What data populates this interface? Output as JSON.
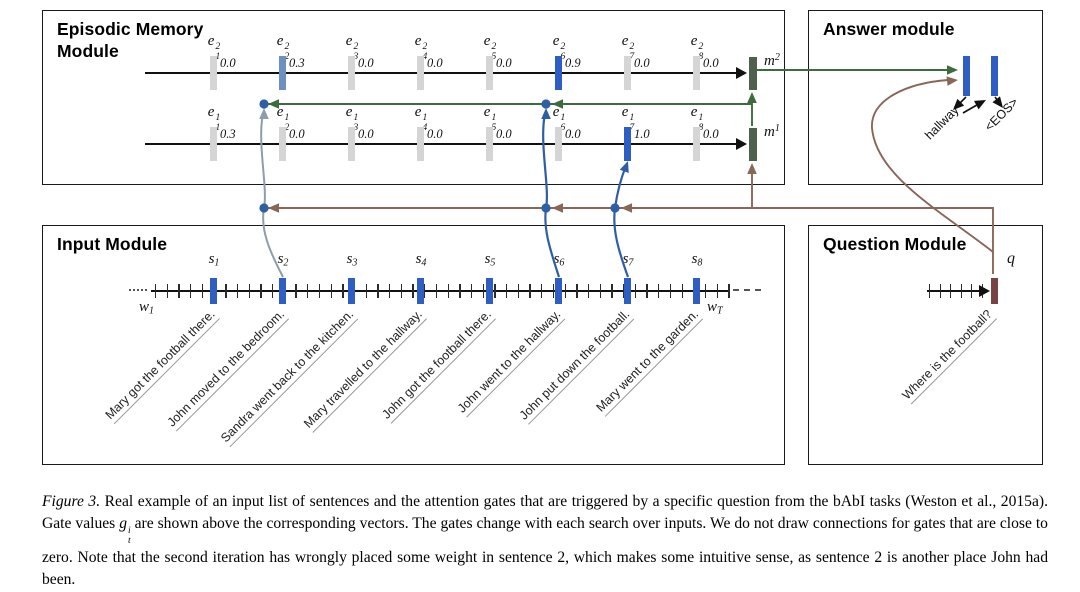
{
  "colors": {
    "gate_levels": {
      "low": "#d5d5d5",
      "med": "#6d8fc2",
      "high": "#2e5ec4"
    },
    "input_bar": "#2e5ec4",
    "answer_bar": "#2e5ec4",
    "memory_bar": "#4d614c",
    "question_bar": "#7a4343",
    "arrow_green": "#3c6b3e",
    "arrow_brown": "#8a6659",
    "arrow_blue": "#2e5fa3",
    "arrow_grayblue": "#8e9dad",
    "gate_dot": "#2e5fa3"
  },
  "modules": {
    "episodic": {
      "title": "Episodic Memory Module",
      "vector_symbol": "e",
      "memory_symbol": "m",
      "passes": [
        {
          "memory_sup": "2",
          "episodes": [
            {
              "sub": "1",
              "sup": "2",
              "gate": "0.0",
              "level": "low"
            },
            {
              "sub": "2",
              "sup": "2",
              "gate": "0.3",
              "level": "med"
            },
            {
              "sub": "3",
              "sup": "2",
              "gate": "0.0",
              "level": "low"
            },
            {
              "sub": "4",
              "sup": "2",
              "gate": "0.0",
              "level": "low"
            },
            {
              "sub": "5",
              "sup": "2",
              "gate": "0.0",
              "level": "low"
            },
            {
              "sub": "6",
              "sup": "2",
              "gate": "0.9",
              "level": "high"
            },
            {
              "sub": "7",
              "sup": "2",
              "gate": "0.0",
              "level": "low"
            },
            {
              "sub": "8",
              "sup": "2",
              "gate": "0.0",
              "level": "low"
            }
          ]
        },
        {
          "memory_sup": "1",
          "episodes": [
            {
              "sub": "1",
              "sup": "1",
              "gate": "0.3",
              "level": "low"
            },
            {
              "sub": "2",
              "sup": "1",
              "gate": "0.0",
              "level": "low"
            },
            {
              "sub": "3",
              "sup": "1",
              "gate": "0.0",
              "level": "low"
            },
            {
              "sub": "4",
              "sup": "1",
              "gate": "0.0",
              "level": "low"
            },
            {
              "sub": "5",
              "sup": "1",
              "gate": "0.0",
              "level": "low"
            },
            {
              "sub": "6",
              "sup": "1",
              "gate": "0.0",
              "level": "low"
            },
            {
              "sub": "7",
              "sup": "1",
              "gate": "1.0",
              "level": "high"
            },
            {
              "sub": "8",
              "sup": "1",
              "gate": "0.0",
              "level": "low"
            }
          ]
        }
      ]
    },
    "answer": {
      "title": "Answer module",
      "outputs": [
        "hallway",
        "<EOS>"
      ]
    },
    "input": {
      "title": "Input Module",
      "sentence_symbol": "s",
      "word_symbol": "w",
      "first_word_sub": "1",
      "last_word_sub": "T",
      "sentences": [
        {
          "index": "1",
          "text": "Mary got the football there."
        },
        {
          "index": "2",
          "text": "John moved to the bedroom."
        },
        {
          "index": "3",
          "text": "Sandra went back to the kitchen."
        },
        {
          "index": "4",
          "text": "Mary travelled to the hallway."
        },
        {
          "index": "5",
          "text": "John got the football there."
        },
        {
          "index": "6",
          "text": "John went to the hallway."
        },
        {
          "index": "7",
          "text": "John put down the football."
        },
        {
          "index": "8",
          "text": "Mary went to the garden."
        }
      ]
    },
    "question": {
      "title": "Question Module",
      "symbol": "q",
      "text": "Where is the football?"
    }
  },
  "caption": {
    "label": "Figure 3.",
    "part1": " Real example of an input list of sentences and the attention gates that are triggered by a specific question from the bAbI tasks (Weston et al., 2015a). Gate values ",
    "math": {
      "base": "g",
      "sup": "i",
      "sub": "t"
    },
    "part2": " are shown above the corresponding vectors. The gates change with each search over inputs. We do not draw connections for gates that are close to zero. Note that the second iteration has wrongly placed some weight in sentence 2, which makes some intuitive sense, as sentence 2 is another place John had been."
  }
}
